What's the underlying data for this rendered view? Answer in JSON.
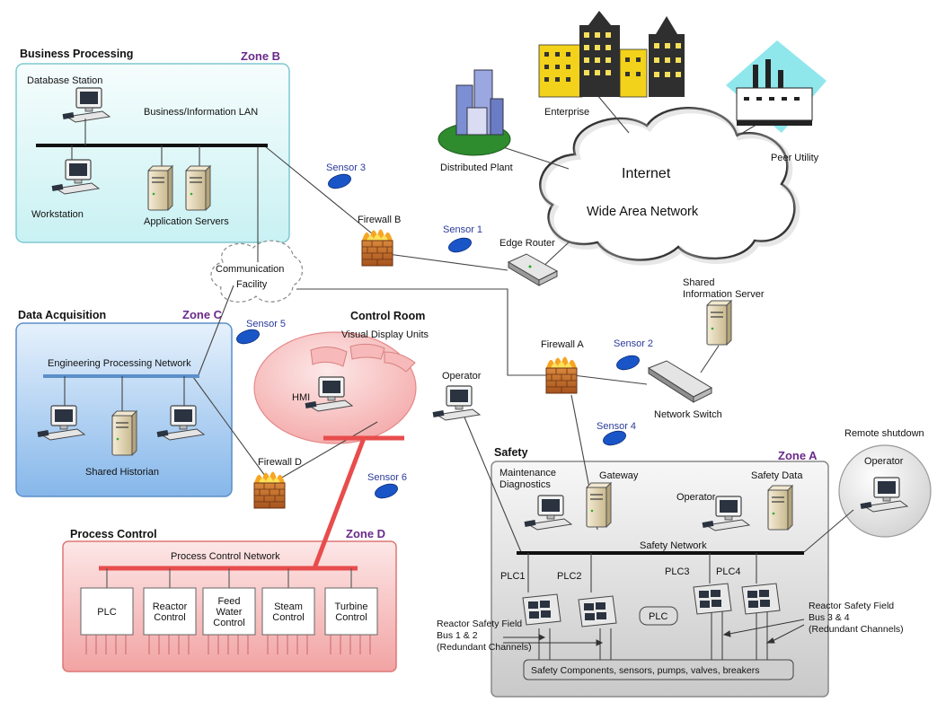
{
  "zones": {
    "business": {
      "title": "Business Processing",
      "zone": "Zone B",
      "lan": "Business/Information LAN",
      "database": "Database Station",
      "workstation": "Workstation",
      "servers": "Application Servers"
    },
    "acquisition": {
      "title": "Data Acquisition",
      "zone": "Zone C",
      "network": "Engineering Processing Network",
      "historian": "Shared Historian"
    },
    "process": {
      "title": "Process Control",
      "zone": "Zone D",
      "network": "Process Control Network",
      "units": [
        {
          "lines": [
            "PLC"
          ]
        },
        {
          "lines": [
            "Reactor",
            "Control"
          ]
        },
        {
          "lines": [
            "Feed",
            "Water",
            "Control"
          ]
        },
        {
          "lines": [
            "Steam",
            "Control"
          ]
        },
        {
          "lines": [
            "Turbine",
            "Control"
          ]
        }
      ]
    },
    "safety": {
      "title": "Safety",
      "zone": "Zone A",
      "network": "Safety Network",
      "maintenance": [
        "Maintenance",
        "Diagnostics"
      ],
      "gateway": "Gateway",
      "operator": "Operator",
      "safety_data": "Safety Data",
      "plcs": [
        "PLC1",
        "PLC2",
        "PLC3",
        "PLC4"
      ],
      "plc": "PLC",
      "bus12": [
        "Reactor Safety Field",
        "Bus 1 & 2",
        "(Redundant Channels)"
      ],
      "bus34": [
        "Reactor Safety Field",
        "Bus 3 & 4",
        "(Redundant Channels)"
      ],
      "components": "Safety Components, sensors, pumps, valves, breakers"
    }
  },
  "control_room": {
    "title": "Control Room",
    "vdu": "Visual Display Units",
    "hmi": "HMI",
    "operator": "Operator"
  },
  "remote": {
    "title": "Remote shutdown",
    "operator": "Operator"
  },
  "internet": {
    "line1": "Internet",
    "line2": "Wide Area Network"
  },
  "sites": {
    "enterprise": "Enterprise",
    "plant": "Distributed Plant",
    "peer": "Peer Utility"
  },
  "devices": {
    "edge_router": "Edge Router",
    "shared_server": [
      "Shared",
      "Information Server"
    ],
    "network_switch": "Network Switch",
    "comm": [
      "Communication",
      "Facility"
    ]
  },
  "firewalls": {
    "a": "Firewall A",
    "b": "Firewall B",
    "d": "Firewall D"
  },
  "sensors": [
    "Sensor 1",
    "Sensor 2",
    "Sensor 3",
    "Sensor 4",
    "Sensor 5",
    "Sensor 6"
  ],
  "colors": {
    "zoneB": "#dff7f8",
    "zoneC": "#a9cdf0",
    "zoneD": "#f5b8b8",
    "zoneA": "#e2e2e2",
    "sensor": "#1a55c8",
    "pcn": "#e84c4c",
    "zoneLabel": "#6a2a8a"
  }
}
